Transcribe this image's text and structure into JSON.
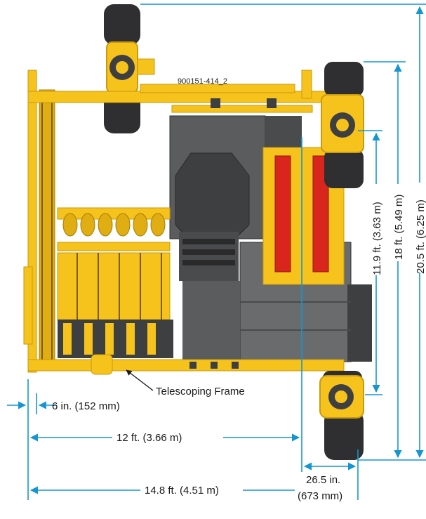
{
  "figure_id": "900151-414_2",
  "callout": {
    "label": "Telescoping Frame"
  },
  "dimensions": {
    "frame_offset": "6 in. (152 mm)",
    "width_inner": "12 ft. (3.66 m)",
    "width_overall": "14.8 ft. (4.51 m)",
    "track_width_line1": "26.5 in.",
    "track_width_line2": "(673 mm)",
    "height_inner": "11.9 ft. (3.63 m)",
    "height_mid": "18 ft. (5.49 m)",
    "height_overall": "20.5 ft. (6.25 m)"
  },
  "colors": {
    "dimension": "#1596d1",
    "frame_yellow": "#f6c21c",
    "frame_dark_yellow": "#c99a0c",
    "engine_grey": "#5b5c5e",
    "engine_dark": "#3e3f41",
    "panel_red": "#d9261c",
    "tire": "#2f2f31"
  },
  "icons": [
    "arrow-left-icon",
    "arrow-right-icon",
    "arrow-up-icon",
    "arrow-down-icon"
  ]
}
